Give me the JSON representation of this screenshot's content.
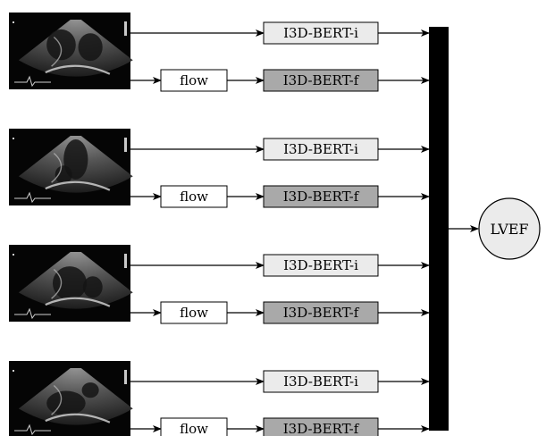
{
  "diagram": {
    "rows": [
      {
        "image": "echocardiogram-view-1",
        "i_label": "I3D-BERT-i",
        "flow_label": "flow",
        "f_label": "I3D-BERT-f"
      },
      {
        "image": "echocardiogram-view-2",
        "i_label": "I3D-BERT-i",
        "flow_label": "flow",
        "f_label": "I3D-BERT-f"
      },
      {
        "image": "echocardiogram-view-3",
        "i_label": "I3D-BERT-i",
        "flow_label": "flow",
        "f_label": "I3D-BERT-f"
      },
      {
        "image": "echocardiogram-view-4",
        "i_label": "I3D-BERT-i",
        "flow_label": "flow",
        "f_label": "I3D-BERT-f"
      }
    ],
    "output_label": "LVEF",
    "colors": {
      "i_box_fill": "#ebebeb",
      "f_box_fill": "#a9a9a9",
      "flow_box_fill": "#ffffff",
      "bar_fill": "#000000",
      "output_fill": "#ebebeb",
      "stroke": "#000000"
    }
  }
}
